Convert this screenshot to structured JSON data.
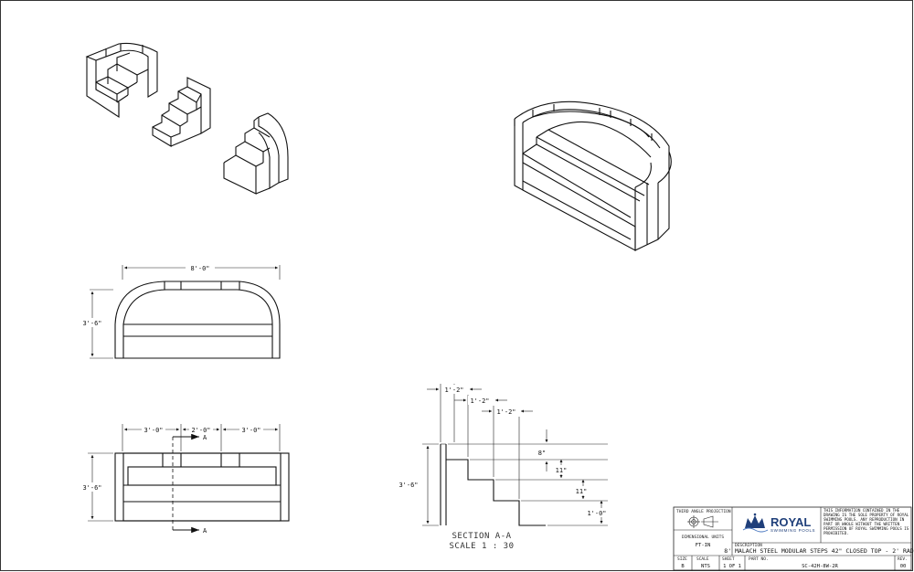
{
  "dimensions": {
    "front_width": "8'-0\"",
    "front_height": "3'-6\"",
    "top_left": "3'-0\"",
    "top_mid": "2'-0\"",
    "top_right": "3'-0\"",
    "top_height": "3'-6\"",
    "section_cut": "A",
    "sec_tread1": "1'-2\"",
    "sec_tread2": "1'-2\"",
    "sec_tread3": "1'-2\"",
    "sec_riser1": "8\"",
    "sec_riser2": "11\"",
    "sec_riser3": "11\"",
    "sec_riser4": "1'-0\"",
    "sec_height": "3'-6\""
  },
  "section": {
    "title": "SECTION A-A",
    "scale": "SCALE 1 : 30"
  },
  "title_block": {
    "projection_label": "THIRD ANGLE PROJECTION",
    "units_label": "DIMENSIONAL UNITS",
    "units_value": "FT-IN",
    "brand_name": "ROYAL",
    "brand_sub": "SWIMMING POOLS",
    "notice": [
      "THIS INFORMATION CONTAINED IN THE",
      "DRAWING IS THE SOLE PROPERTY OF ROYAL",
      "SWIMMING POOLS. ANY REPRODUCTION IN",
      "PART OR WHOLE WITHOUT THE WRITTEN",
      "PERMISSION OF ROYAL SWIMMING POOLS IS",
      "PROHIBITED."
    ],
    "description_label": "DESCRIPTION",
    "description": "8' MALACH STEEL MODULAR STEPS 42\" CLOSED TOP - 2' RAD",
    "size_label": "SIZE",
    "size_value": "B",
    "scale_label": "SCALE",
    "scale_value": "NTS",
    "sheet_label": "SHEET",
    "sheet_value": "1 OF 1",
    "part_label": "PART NO.",
    "part_value": "SC-42H-8W-2R",
    "rev_label": "REV.",
    "rev_value": "00"
  },
  "colors": {
    "brand": "#1f3f7a",
    "line": "#111111"
  }
}
